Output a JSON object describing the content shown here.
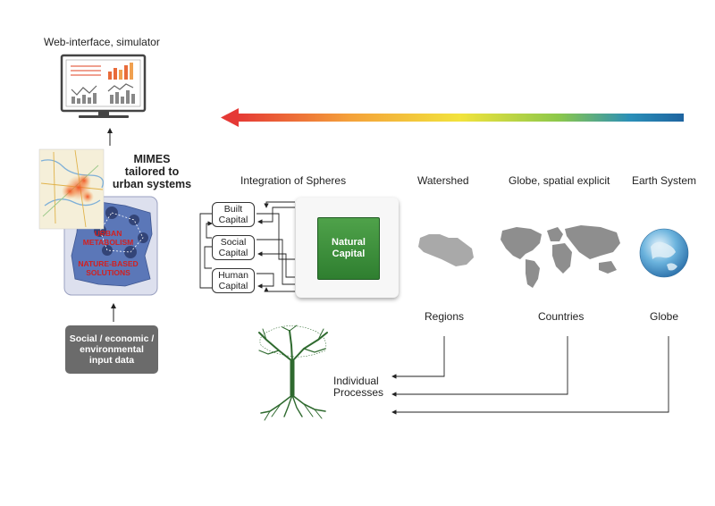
{
  "top_label": "Web-interface, simulator",
  "mimes": {
    "line1": "MIMES",
    "line2": "tailored to",
    "line3": "urban systems"
  },
  "urban_text": {
    "line1": "URBAN",
    "line2": "METABOLISM",
    "line3": "NATURE-BASED",
    "line4": "SOLUTIONS"
  },
  "input_box": {
    "line1": "Social / economic /",
    "line2": "environmental",
    "line3": "input data"
  },
  "integration_label": "Integration of Spheres",
  "capitals": [
    {
      "line1": "Built",
      "line2": "Capital"
    },
    {
      "line1": "Social",
      "line2": "Capital"
    },
    {
      "line1": "Human",
      "line2": "Capital"
    }
  ],
  "natural_capital": {
    "line1": "Natural",
    "line2": "Capital"
  },
  "scales": {
    "watershed": "Watershed",
    "globe_spatial": "Globe, spatial explicit",
    "earth_system": "Earth System"
  },
  "scale_units": {
    "regions": "Regions",
    "countries": "Countries",
    "globe": "Globe"
  },
  "individual": {
    "line1": "Individual",
    "line2": "Processes"
  },
  "colors": {
    "arrow_gradient": [
      "#e53935",
      "#f4a03a",
      "#f2e33c",
      "#8cc84b",
      "#2a8fb8",
      "#1e64a0"
    ],
    "natural_green": "#3d9140",
    "input_grey": "#6b6b6b",
    "region_blue": "#5b77b8",
    "heat_orange": "#f07030"
  },
  "icons": [
    "monitor-icon",
    "urban-map-icon",
    "tree-icon",
    "watershed-icon",
    "world-map-icon",
    "globe-icon"
  ]
}
